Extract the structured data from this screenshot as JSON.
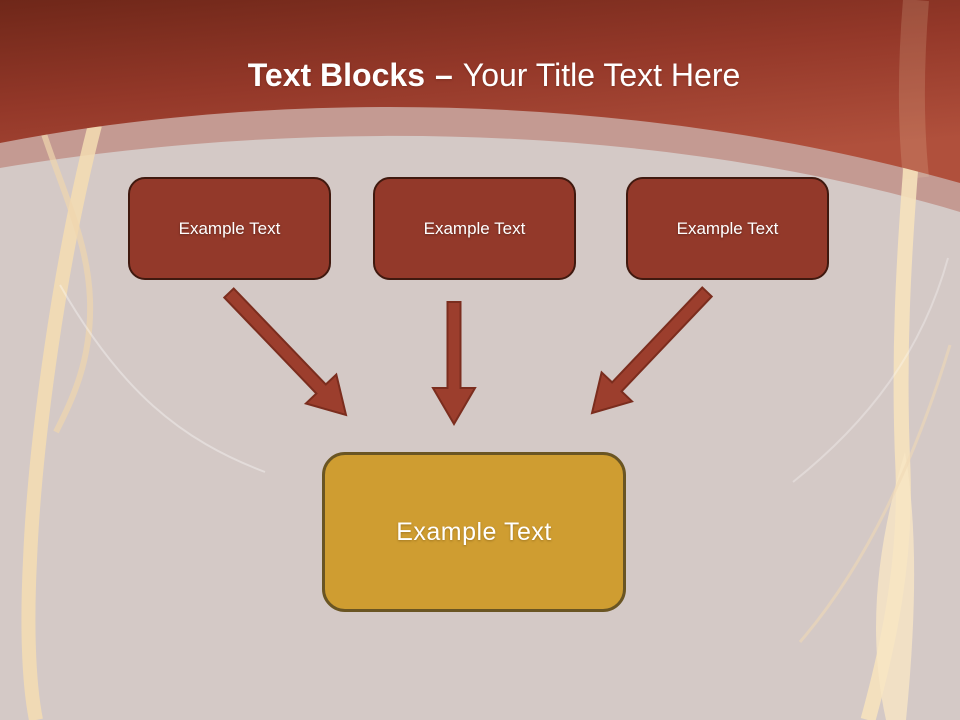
{
  "title": {
    "bold": "Text Blocks",
    "separator": "–",
    "regular": "Your Title Text Here"
  },
  "diagram": {
    "source_blocks": [
      {
        "label": "Example Text"
      },
      {
        "label": "Example Text"
      },
      {
        "label": "Example Text"
      }
    ],
    "target_block": {
      "label": "Example Text"
    },
    "arrows": [
      {
        "name": "arrow-down-right-icon",
        "direction": "down-right"
      },
      {
        "name": "arrow-down-icon",
        "direction": "down"
      },
      {
        "name": "arrow-down-left-icon",
        "direction": "down-left"
      }
    ]
  },
  "colors": {
    "header_red_dark": "#6f2719",
    "header_red_mid": "#943829",
    "header_red_light": "#b04e3a",
    "band_pink": "#c49a92",
    "background": "#d4c9c6",
    "block_red_fill": "#93392a",
    "block_red_border": "#40190f",
    "gold_fill": "#cf9d31",
    "gold_border": "#6a5523",
    "arrow_fill": "#9c3e2d",
    "arrow_border": "#7b2d1e",
    "swirl_cream": "#f4ddb2",
    "text_white": "#ffffff"
  }
}
